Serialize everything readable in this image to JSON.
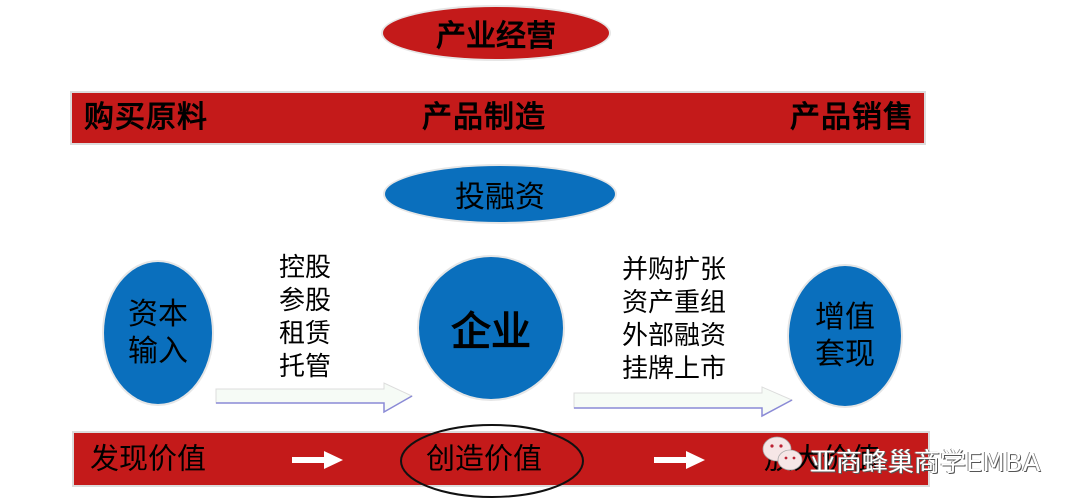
{
  "top_section": {
    "title": "产业经营",
    "chain": [
      "购买原料",
      "产品制造",
      "产品销售"
    ]
  },
  "middle_section": {
    "title": "投融资",
    "nodes": [
      {
        "label_line1": "资本",
        "label_line2": "输入"
      },
      {
        "label_line1": "企业"
      },
      {
        "label_line1": "增值",
        "label_line2": "套现"
      }
    ],
    "left_actions": [
      "控股",
      "参股",
      "租赁",
      "托管"
    ],
    "right_actions": [
      "并购扩张",
      "资产重组",
      "外部融资",
      "挂牌上市"
    ]
  },
  "bottom_section": {
    "steps": [
      "发现价值",
      "创造价值",
      "放大价值"
    ],
    "highlighted_step": "创造价值"
  },
  "watermark": {
    "text": "亚商蜂巢商学EMBA",
    "icon": "wechat-icon"
  },
  "colors": {
    "red": "#c41a1a",
    "blue": "#0a6fbd",
    "text": "#000000"
  }
}
